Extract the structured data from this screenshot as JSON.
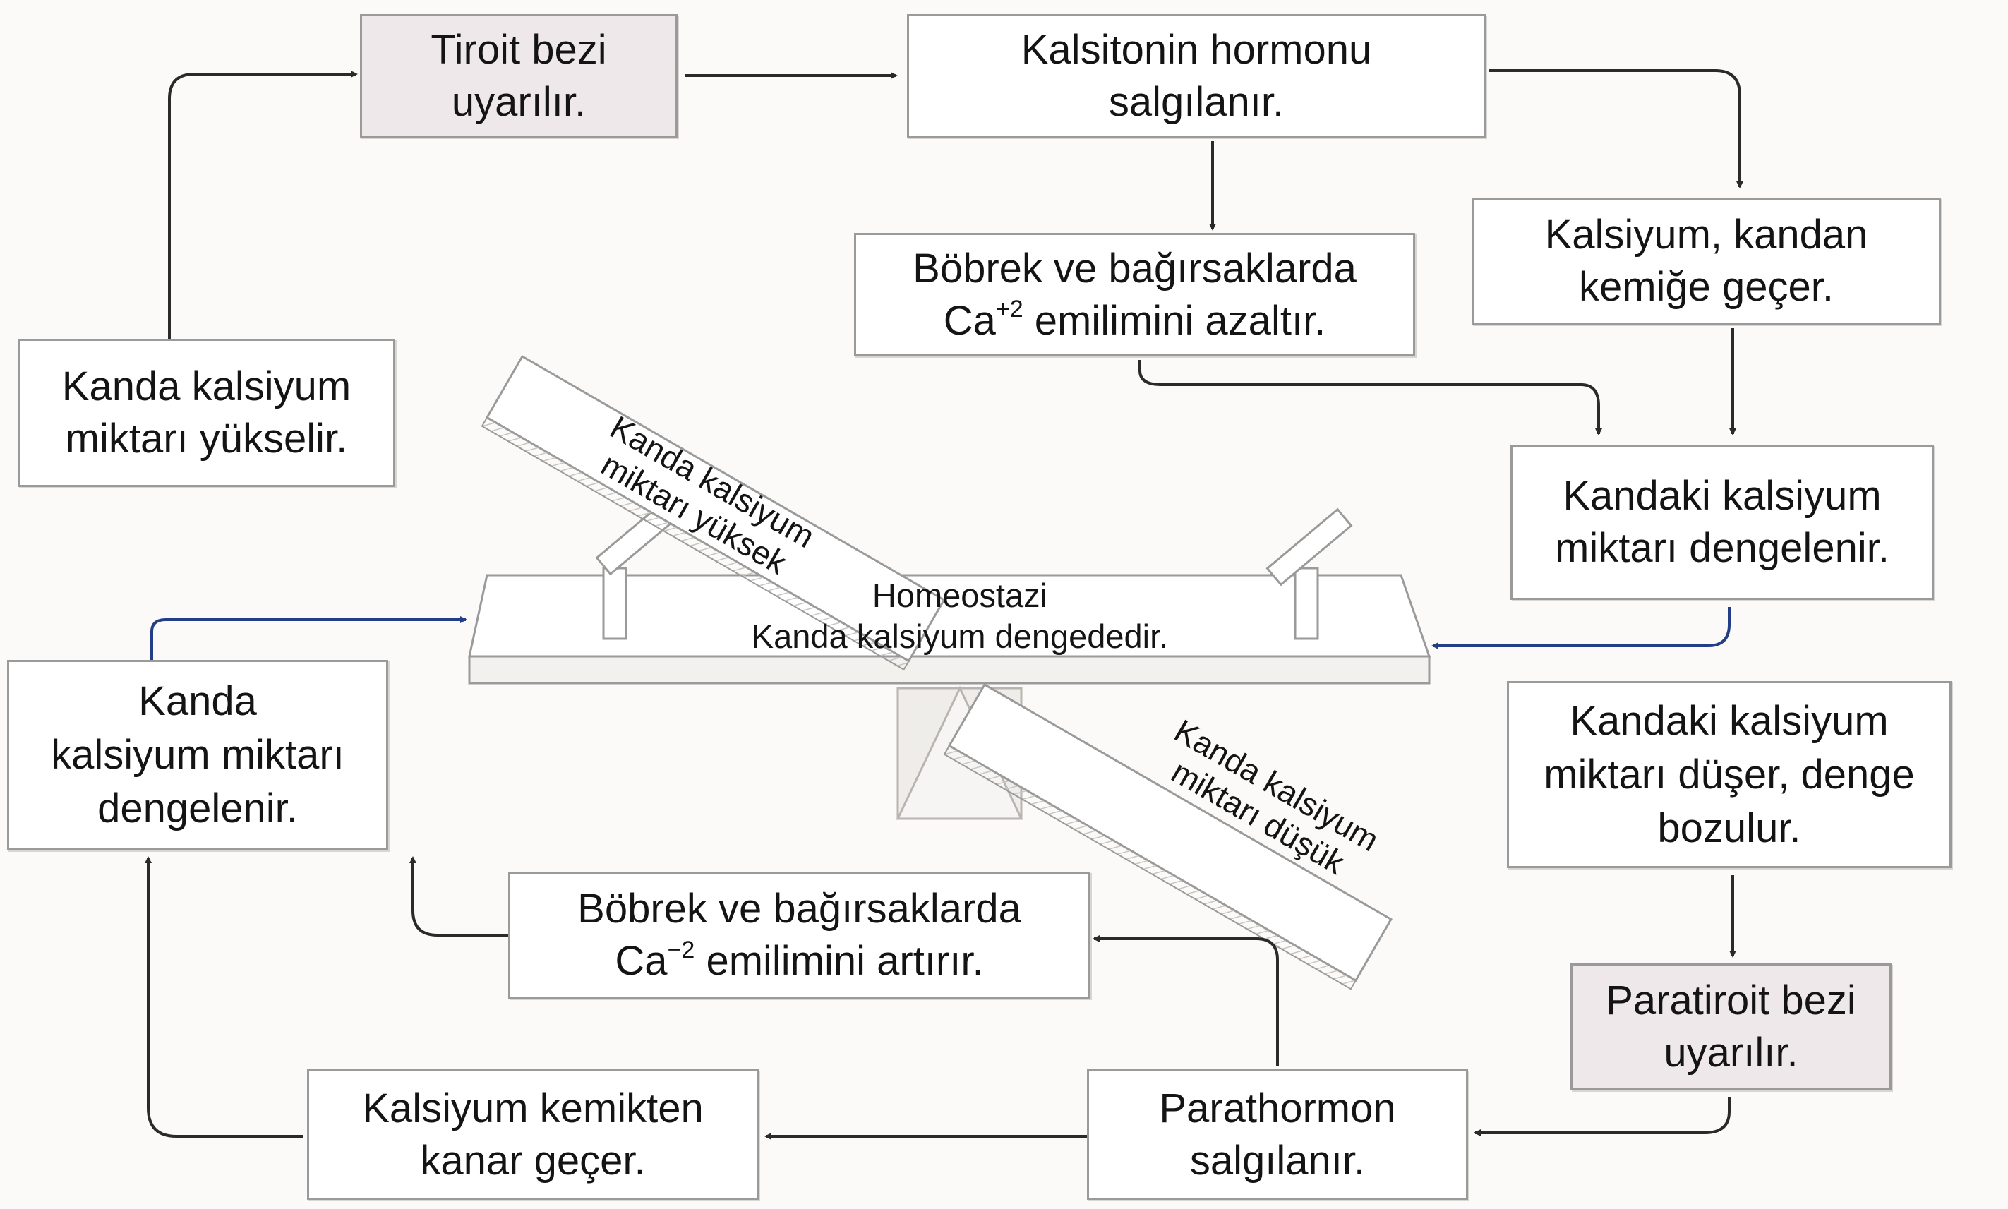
{
  "boxes": {
    "tiroit": "Tiroit bezi\nuyarılır.",
    "kalsitonin": "Kalsitonin hormonu\nsalgılanır.",
    "kanda_yukselir": "Kanda kalsiyum\nmiktarı yükselir.",
    "bobrek_azaltir_line1": "Böbrek ve bağırsaklarda",
    "bobrek_azaltir_ca": "Ca",
    "bobrek_azaltir_sup": "+2",
    "bobrek_azaltir_rest": " emilimini azaltır.",
    "kandan_kemige": "Kalsiyum, kandan\nkemiğe geçer.",
    "dengelenir_right": "Kandaki kalsiyum\nmiktarı dengelenir.",
    "duser": "Kandaki kalsiyum\nmiktarı düşer, denge\nbozulur.",
    "paratiroit": "Paratiroit bezi\nuyarılır.",
    "parathormon": "Parathormon\nsalgılanır.",
    "kemikten_kana": "Kalsiyum kemikten\nkanar geçer.",
    "bobrek_artirir_line1": "Böbrek ve bağırsaklarda",
    "bobrek_artirir_ca": "Ca",
    "bobrek_artirir_sup": "−2",
    "bobrek_artirir_rest": " emilimini artırır.",
    "dengelenir_left": "Kanda\nkalsiyum miktarı\ndengelenir."
  },
  "seesaw": {
    "center_text": "Homeostazi\nKanda kalsiyum dengededir.",
    "high_plank": "Kanda kalsiyum\nmiktarı yüksek",
    "low_plank": "Kanda kalsiyum\nmiktarı düşük"
  },
  "colors": {
    "arrow": "#2a2a2a",
    "blue_arrow": "#233e86",
    "border": "#9a9a9a",
    "pink_fill": "#efe8ea"
  }
}
